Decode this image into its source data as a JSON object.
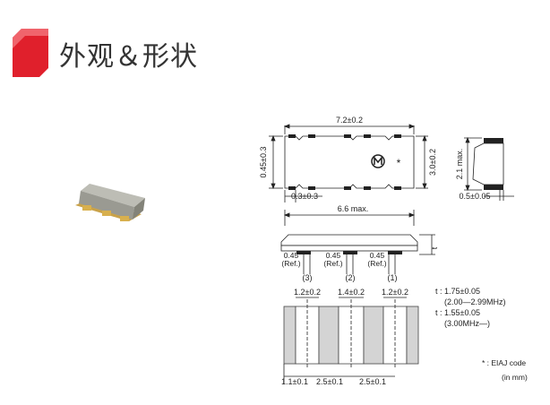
{
  "header": {
    "title": "外观＆形状"
  },
  "dims": {
    "length": "7.2±0.2",
    "width": "3.0±0.2",
    "left_vert": "0.45±0.3",
    "bottom_gap": "0.3±0.3",
    "height_max": "2.1 max.",
    "side_terminal": "0.5±0.05",
    "front_length": "6.6 max.",
    "t_label": "t",
    "ref_values": [
      "0.45",
      "0.45",
      "0.45"
    ],
    "ref_label": "(Ref.)",
    "pin_labels": [
      "(3)",
      "(2)",
      "(1)"
    ],
    "pad_widths": [
      "1.2±0.2",
      "1.4±0.2",
      "1.2±0.2"
    ],
    "pitch": [
      "1.1±0.1",
      "2.5±0.1",
      "2.5±0.1"
    ]
  },
  "notes": {
    "t1": "t : 1.75±0.05",
    "t1_range": "(2.00—2.99MHz)",
    "t2": "t : 1.55±0.05",
    "t2_range": "(3.00MHz—)",
    "eiaj": "* : EIAJ code",
    "unit": "(in mm)"
  },
  "marks": {
    "asterisk": "*"
  },
  "colors": {
    "accent_red": "#e0202c",
    "body_gray": "#a9a9a2",
    "pad_gray": "#d4d4d4"
  }
}
